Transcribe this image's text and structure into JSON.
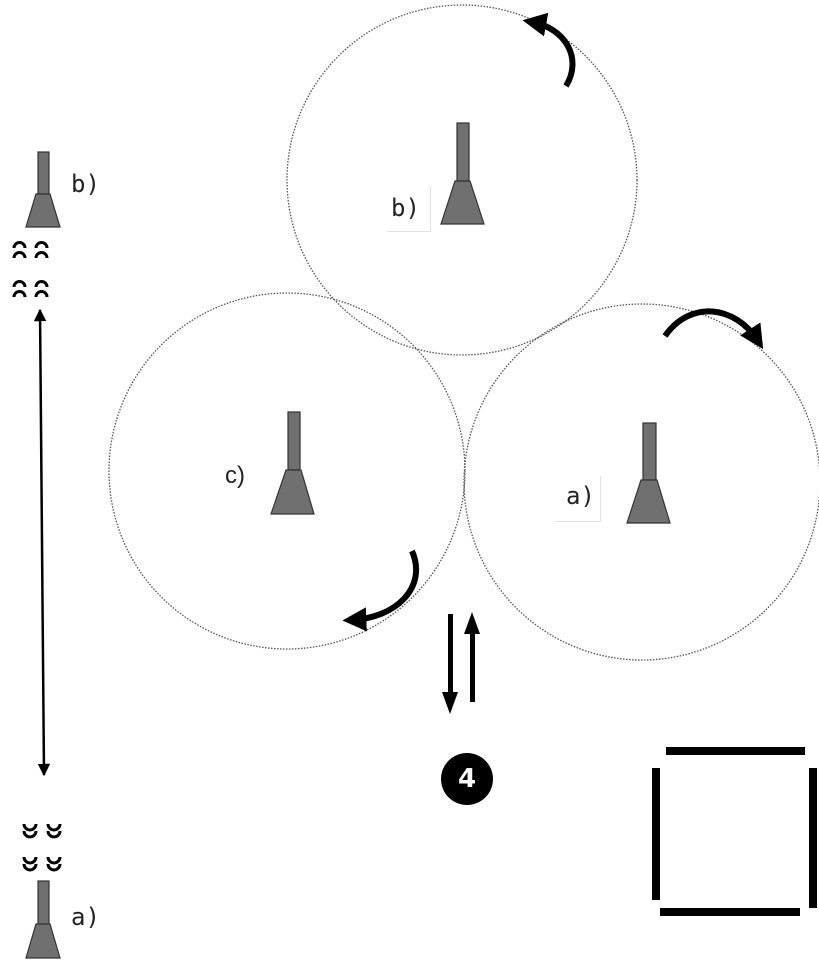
{
  "labels": {
    "top_circle": "b)",
    "right_circle": "a)",
    "left_circle": "c)",
    "side_top": "b)",
    "side_bottom": "a)"
  },
  "step_badge": "4",
  "colors": {
    "figure_fill": "#707070",
    "figure_stroke": "#333333",
    "circle_stroke": "#555555",
    "arrow": "#000000",
    "badge_bg": "#000000",
    "badge_text": "#ffffff"
  },
  "icons": {
    "figure": "handbell-figure-icon",
    "rotation_arrow": "curved-arrow-icon",
    "exchange_arrows": "up-down-arrows-icon",
    "square": "square-outline-icon",
    "loops": "bell-loop-icon"
  }
}
